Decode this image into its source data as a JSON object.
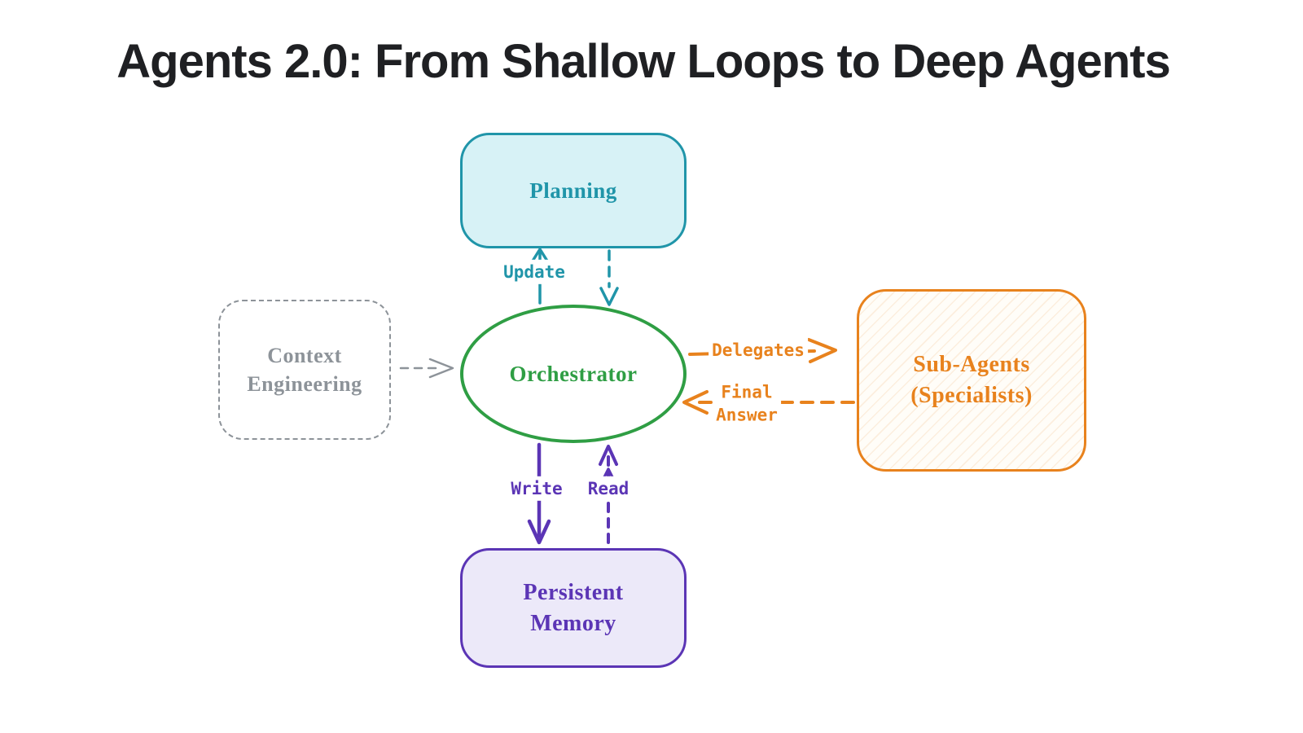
{
  "title": "Agents 2.0: From Shallow Loops to Deep Agents",
  "nodes": {
    "planning": {
      "label": "Planning",
      "stroke": "#2095a9",
      "fill": "#d7f2f6"
    },
    "orchestrator": {
      "label": "Orchestrator",
      "stroke": "#2f9e44",
      "fill": "#ffffff"
    },
    "context_engineering": {
      "label": "Context\nEngineering",
      "stroke": "#8d9399",
      "fill": "none"
    },
    "sub_agents": {
      "label": "Sub-Agents\n(Specialists)",
      "stroke": "#e8821d",
      "fill": "#fffdf8"
    },
    "persistent_memory": {
      "label": "Persistent\nMemory",
      "stroke": "#5b35b5",
      "fill": "#ece9f9"
    }
  },
  "edges": {
    "update": {
      "label": "Update",
      "from": "orchestrator",
      "to": "planning",
      "style": "solid",
      "color": "#2095a9"
    },
    "plan_feedback": {
      "label": "",
      "from": "planning",
      "to": "orchestrator",
      "style": "dashed",
      "color": "#2095a9"
    },
    "context_input": {
      "label": "",
      "from": "context_engineering",
      "to": "orchestrator",
      "style": "dashed",
      "color": "#8d9399"
    },
    "delegates": {
      "label": "Delegates",
      "from": "orchestrator",
      "to": "sub_agents",
      "style": "solid",
      "color": "#e8821d"
    },
    "final_answer": {
      "label": "Final\nAnswer",
      "from": "sub_agents",
      "to": "orchestrator",
      "style": "dashed",
      "color": "#e8821d"
    },
    "write": {
      "label": "Write",
      "from": "orchestrator",
      "to": "persistent_memory",
      "style": "solid",
      "color": "#5b35b5"
    },
    "read": {
      "label": "Read",
      "from": "persistent_memory",
      "to": "orchestrator",
      "style": "dashed",
      "color": "#5b35b5"
    }
  }
}
